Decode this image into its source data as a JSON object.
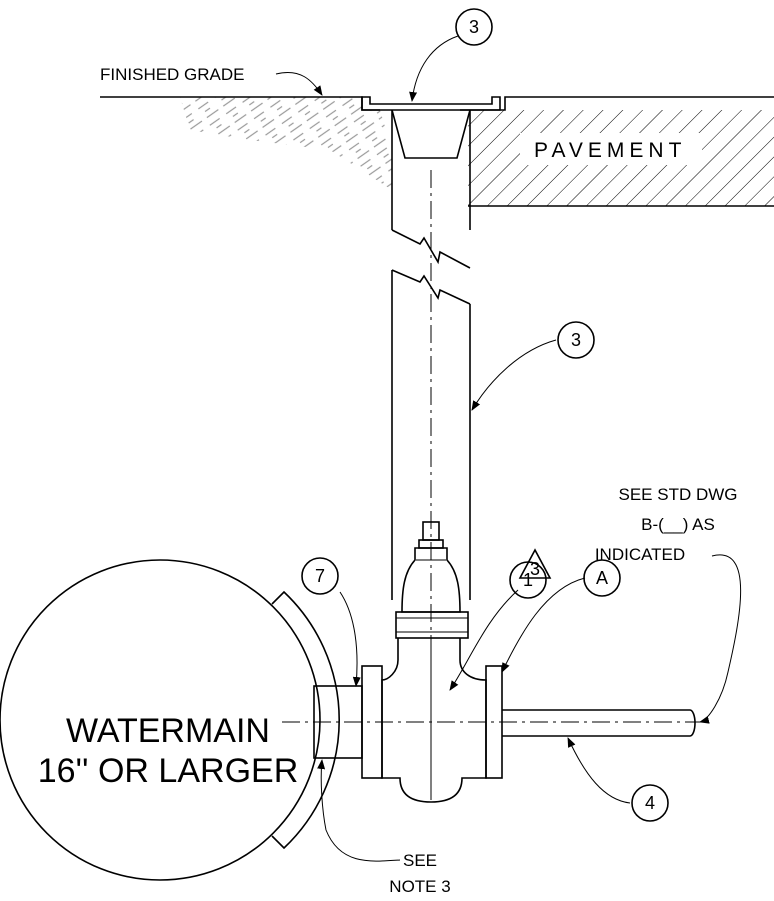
{
  "labels": {
    "finished_grade": "FINISHED GRADE",
    "pavement": "PAVEMENT",
    "watermain_line1": "WATERMAIN",
    "watermain_line2": "16'' OR LARGER",
    "see_std_line1": "SEE STD DWG",
    "see_std_line2": "B-(__) AS",
    "see_std_line3": "INDICATED",
    "see_note_line1": "SEE",
    "see_note_line2": "NOTE 3"
  },
  "callouts": {
    "valve_box_lid": "3",
    "valve_box": "3",
    "revision_triangle": "3",
    "valve": "1",
    "coupling": "7",
    "flange": "A",
    "pipe": "4"
  }
}
